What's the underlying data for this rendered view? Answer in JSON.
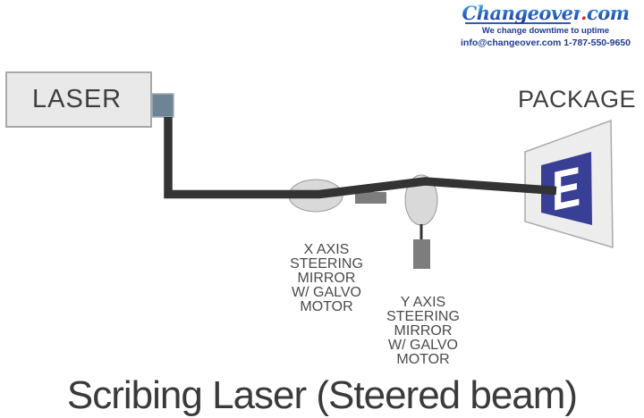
{
  "header": {
    "brand": "Changeover",
    "brand_dot": ".",
    "brand_tld": "com",
    "tagline": "We change downtime to uptime",
    "contact": "info@changeover.com 1-787-550-9650"
  },
  "diagram": {
    "laser_label": "LASER",
    "package_label": "PACKAGE",
    "package_letter": "E",
    "x_mirror_label": "X AXIS\nSTEERING\nMIRROR\nW/ GALVO\nMOTOR",
    "y_mirror_label": "Y AXIS\nSTEERING\nMIRROR\nW/ GALVO\nMOTOR"
  },
  "title": "Scribing Laser (Steered beam)",
  "colors": {
    "beam": "#333333",
    "mirror_fill": "#d9d9d9",
    "mirror_stroke": "#9a9a9a",
    "motor_fill": "#7d7d7d",
    "stem": "#333333",
    "connector_fill": "#6d8494",
    "connector_stroke": "#a5adb5",
    "package_fill": "#ededed",
    "package_stroke": "#aaaaaa",
    "package_blue": "#3a3f96",
    "letter_white": "#ffffff",
    "logo_blue": "#2a5cb8",
    "logo_red": "#d42a2a",
    "text_dark": "#3f3f3f"
  }
}
